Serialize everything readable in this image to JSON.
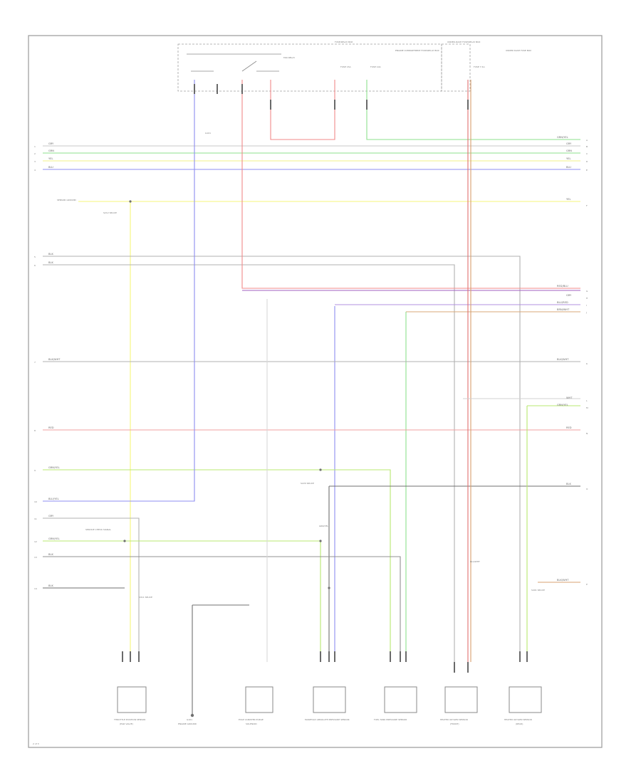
{
  "diagram": {
    "footer_code": "2 of 3",
    "top_boxes": {
      "relay_box": "FUSE/RELAY BOX",
      "relay": "FAN RELAY",
      "fuse_left": "FUSE 15A",
      "fuse_right": "FUSE 10A",
      "fuse_desc": "ENGINE COMPARTMENT FUSE/RELAY BOX",
      "under_dash_box": "UNDER-DASH FUSE/RELAY BOX",
      "under_dash_fuse": "FUSE 7.5A",
      "under_dash_desc": "UNDER DASH FUSE BOX",
      "ground_note": "G101"
    },
    "left_labels": [
      {
        "text": "GRY",
        "pin": "1"
      },
      {
        "text": "GRN",
        "pin": "2"
      },
      {
        "text": "YEL",
        "pin": "3"
      },
      {
        "text": "BLU",
        "pin": "4"
      },
      {
        "text": "BLK",
        "pin": "5"
      },
      {
        "text": "BLK",
        "pin": "6"
      },
      {
        "text": "BLK/WHT",
        "pin": "7"
      },
      {
        "text": "RED",
        "pin": "8"
      },
      {
        "text": "GRN/YEL",
        "pin": "9"
      },
      {
        "text": "BLU/YEL",
        "pin": "10"
      },
      {
        "text": "GRY",
        "pin": "11"
      },
      {
        "text": "GRN/YEL",
        "pin": "12"
      },
      {
        "text": "BLK",
        "pin": "13"
      },
      {
        "text": "BLK",
        "pin": "14"
      }
    ],
    "right_labels": [
      {
        "text": "GRN/YEL",
        "pin": "A"
      },
      {
        "text": "GRY",
        "pin": "B"
      },
      {
        "text": "GRN",
        "pin": "C"
      },
      {
        "text": "YEL",
        "pin": "D"
      },
      {
        "text": "BLU",
        "pin": "E"
      },
      {
        "text": "YEL",
        "pin": "F"
      },
      {
        "text": "RED/BLU",
        "pin": "G"
      },
      {
        "text": "GRY",
        "pin": "H"
      },
      {
        "text": "BLU/RED",
        "pin": "I"
      },
      {
        "text": "BRN/WHT",
        "pin": "J"
      },
      {
        "text": "BLK/WHT",
        "pin": "K"
      },
      {
        "text": "WHT",
        "pin": "L"
      },
      {
        "text": "GRN/YEL",
        "pin": "M"
      },
      {
        "text": "RED",
        "pin": "N"
      },
      {
        "text": "BLK",
        "pin": "O"
      },
      {
        "text": "BLK/WHT",
        "pin": "P"
      }
    ],
    "mid_labels": {
      "sensor_ground": "SENSOR GROUND",
      "splice_1": "S212 SPLICE",
      "splice_2": "S220 SPLICE",
      "splice_3": "S311 SPLICE",
      "splice_4": "S401 SPLICE",
      "service_check": "SERVICE CHECK SIGNAL",
      "wire_mid": "GRN/YEL",
      "wire_bot": "BLU/WHT"
    },
    "components": [
      {
        "name": "THROTTLE POSITION SENSOR",
        "sub": "(EGR VALVE)"
      },
      {
        "name": "G101",
        "sub": "ENGINE GROUND"
      },
      {
        "name": "EVAP CANISTER PURGE",
        "sub": "SOLENOID"
      },
      {
        "name": "MANIFOLD ABSOLUTE PRESSURE SENSOR",
        "sub": ""
      },
      {
        "name": "FUEL TANK PRESSURE SENSOR",
        "sub": ""
      },
      {
        "name": "HEATED OXYGEN SENSOR",
        "sub": "(FRONT)"
      },
      {
        "name": "HEATED OXYGEN SENSOR",
        "sub": "(REAR)"
      }
    ]
  }
}
